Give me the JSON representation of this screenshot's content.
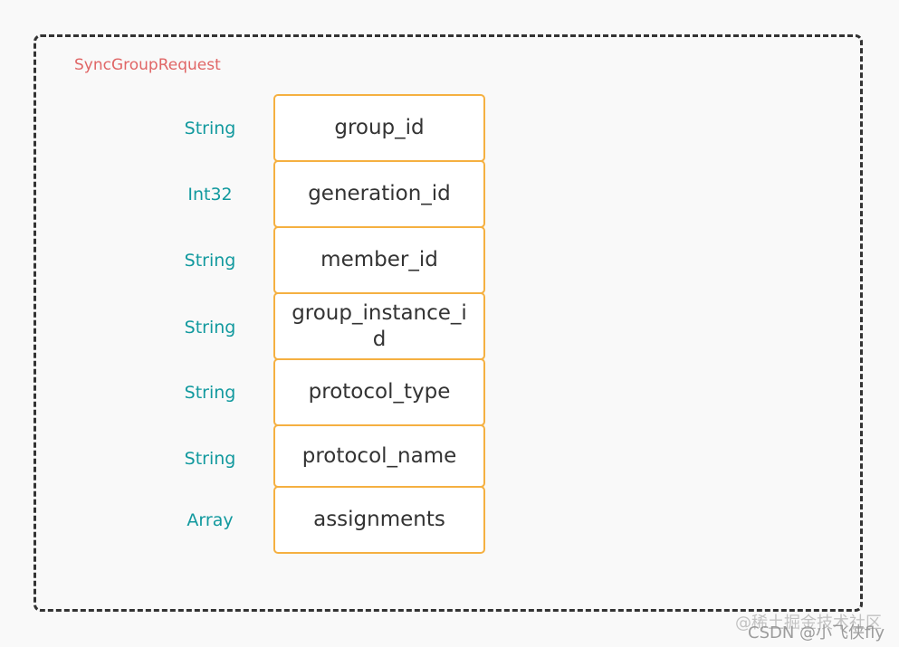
{
  "diagram": {
    "title": "SyncGroupRequest",
    "fields": [
      {
        "type": "String",
        "name": "group_id"
      },
      {
        "type": "Int32",
        "name": "generation_id"
      },
      {
        "type": "String",
        "name": "member_id"
      },
      {
        "type": "String",
        "name": "group_instance_id"
      },
      {
        "type": "String",
        "name": "protocol_type"
      },
      {
        "type": "String",
        "name": "protocol_name"
      },
      {
        "type": "Array",
        "name": "assignments"
      }
    ]
  },
  "watermark": {
    "community": "@稀土掘金技术社区",
    "author": "CSDN @小飞侠fly"
  },
  "colors": {
    "title": "#e06666",
    "type_label": "#11999e",
    "box_border": "#f5b041",
    "frame_border": "#333333"
  }
}
